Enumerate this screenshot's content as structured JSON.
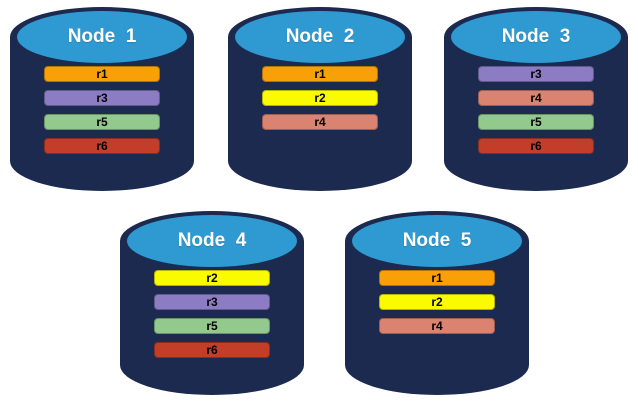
{
  "diagram": {
    "description": "Database nodes with replica placement",
    "colors": {
      "cylinder_body": "#1B2A4E",
      "cap_fill": "#2E9AD1",
      "cap_text": "#FFFFFF",
      "bar_text": "#000000",
      "replicas": {
        "r1": "#F9A008",
        "r2": "#FBFB00",
        "r3": "#8B7CC4",
        "r4": "#D98370",
        "r5": "#92C98C",
        "r6": "#C23E28"
      }
    },
    "nodes": [
      {
        "label": "Node  1",
        "replicas": [
          "r1",
          "r3",
          "r5",
          "r6"
        ]
      },
      {
        "label": "Node  2",
        "replicas": [
          "r1",
          "r2",
          "r4"
        ]
      },
      {
        "label": "Node  3",
        "replicas": [
          "r3",
          "r4",
          "r5",
          "r6"
        ]
      },
      {
        "label": "Node  4",
        "replicas": [
          "r2",
          "r3",
          "r5",
          "r6"
        ]
      },
      {
        "label": "Node  5",
        "replicas": [
          "r1",
          "r2",
          "r4"
        ]
      }
    ]
  }
}
